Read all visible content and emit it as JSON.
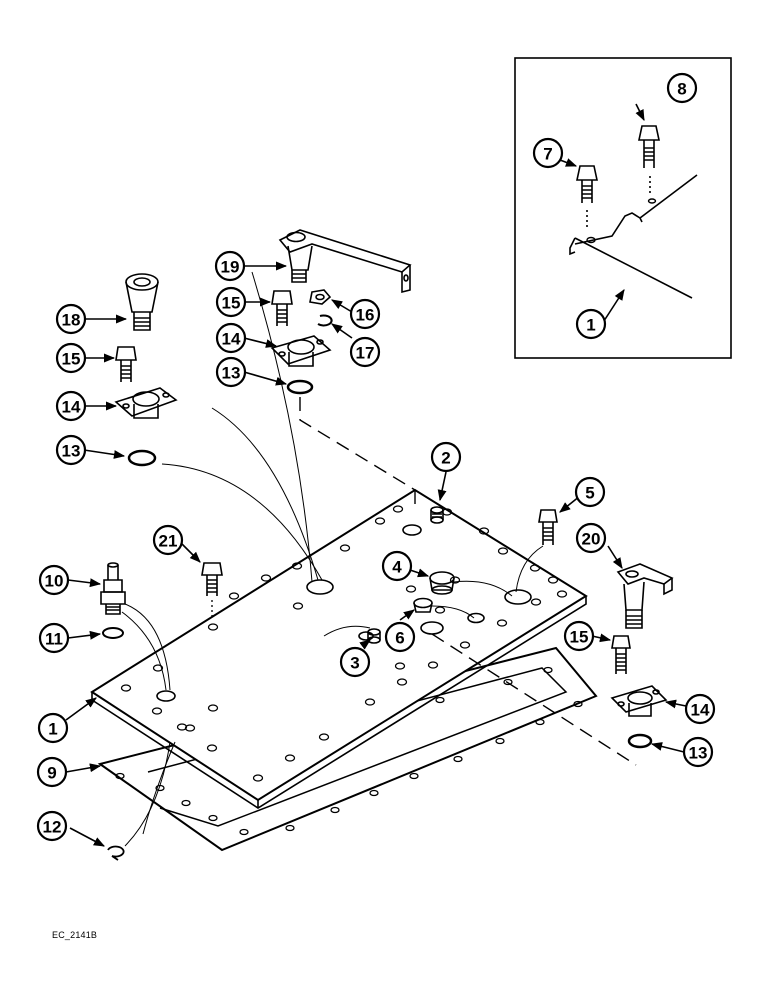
{
  "figure": {
    "code": "EC_2141B",
    "callouts": {
      "c1": "1",
      "c2": "2",
      "c3": "3",
      "c4": "4",
      "c5": "5",
      "c6": "6",
      "c7": "7",
      "c8": "8",
      "c9": "9",
      "c10": "10",
      "c11": "11",
      "c12": "12",
      "c13a": "13",
      "c13b": "13",
      "c13c": "13",
      "c14a": "14",
      "c14b": "14",
      "c14c": "14",
      "c15a": "15",
      "c15b": "15",
      "c15c": "15",
      "c16": "16",
      "c17": "17",
      "c18": "18",
      "c19": "19",
      "c20": "20",
      "c21": "21",
      "c1inset": "1"
    }
  }
}
